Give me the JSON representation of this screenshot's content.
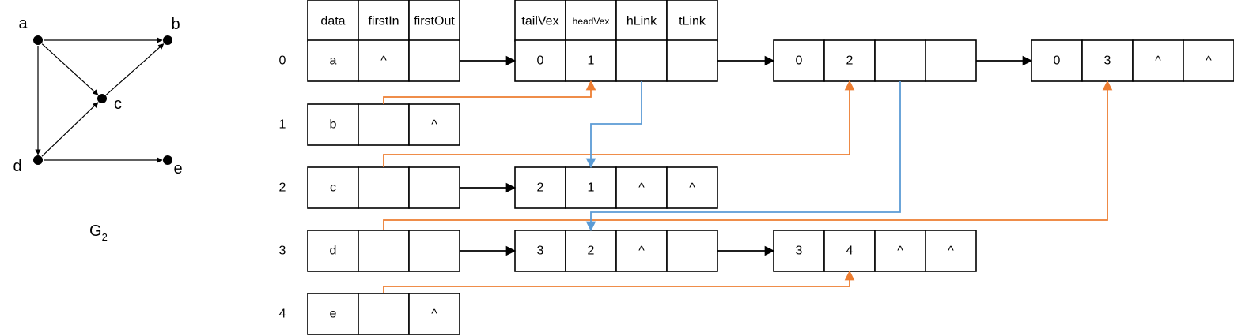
{
  "graph": {
    "caption_main": "G",
    "caption_sub": "2",
    "vertices": [
      {
        "id": "a",
        "label": "a"
      },
      {
        "id": "b",
        "label": "b"
      },
      {
        "id": "c",
        "label": "c"
      },
      {
        "id": "d",
        "label": "d"
      },
      {
        "id": "e",
        "label": "e"
      }
    ],
    "edges": [
      [
        "a",
        "b"
      ],
      [
        "a",
        "c"
      ],
      [
        "a",
        "d"
      ],
      [
        "c",
        "b"
      ],
      [
        "d",
        "c"
      ],
      [
        "d",
        "e"
      ]
    ]
  },
  "vertex_header": [
    "data",
    "firstIn",
    "firstOut"
  ],
  "arc_header": [
    "tailVex",
    "headVex",
    "hLink",
    "tLink"
  ],
  "rows": [
    {
      "index": "0",
      "data": "a",
      "firstIn": "^",
      "firstOut": ""
    },
    {
      "index": "1",
      "data": "b",
      "firstIn": "",
      "firstOut": "^"
    },
    {
      "index": "2",
      "data": "c",
      "firstIn": "",
      "firstOut": ""
    },
    {
      "index": "3",
      "data": "d",
      "firstIn": "",
      "firstOut": ""
    },
    {
      "index": "4",
      "data": "e",
      "firstIn": "",
      "firstOut": "^"
    }
  ],
  "arcs": [
    {
      "id": "a0",
      "tailVex": "0",
      "headVex": "1",
      "hLink": "",
      "tLink": ""
    },
    {
      "id": "a1",
      "tailVex": "0",
      "headVex": "2",
      "hLink": "",
      "tLink": ""
    },
    {
      "id": "a2",
      "tailVex": "0",
      "headVex": "3",
      "hLink": "^",
      "tLink": "^"
    },
    {
      "id": "a3",
      "tailVex": "2",
      "headVex": "1",
      "hLink": "^",
      "tLink": "^"
    },
    {
      "id": "a4",
      "tailVex": "3",
      "headVex": "2",
      "hLink": "^",
      "tLink": ""
    },
    {
      "id": "a5",
      "tailVex": "3",
      "headVex": "4",
      "hLink": "^",
      "tLink": "^"
    }
  ],
  "links": {
    "out": [
      {
        "from": "vertex-0",
        "to": "a0"
      },
      {
        "from": "a0",
        "to": "a1"
      },
      {
        "from": "a1",
        "to": "a2"
      },
      {
        "from": "vertex-2",
        "to": "a3"
      },
      {
        "from": "vertex-3",
        "to": "a4"
      },
      {
        "from": "a4",
        "to": "a5"
      }
    ],
    "in": [
      {
        "from": "vertex-1",
        "to": "a0"
      },
      {
        "from": "vertex-2",
        "to": "a1"
      },
      {
        "from": "vertex-3",
        "to": "a2"
      },
      {
        "from": "vertex-4",
        "to": "a5"
      }
    ],
    "hlink": [
      {
        "from": "a0",
        "to": "a3"
      },
      {
        "from": "a1",
        "to": "a4"
      }
    ]
  },
  "colors": {
    "out_link": "#000000",
    "in_link": "#ED7D31",
    "hlink": "#5B9BD5"
  }
}
